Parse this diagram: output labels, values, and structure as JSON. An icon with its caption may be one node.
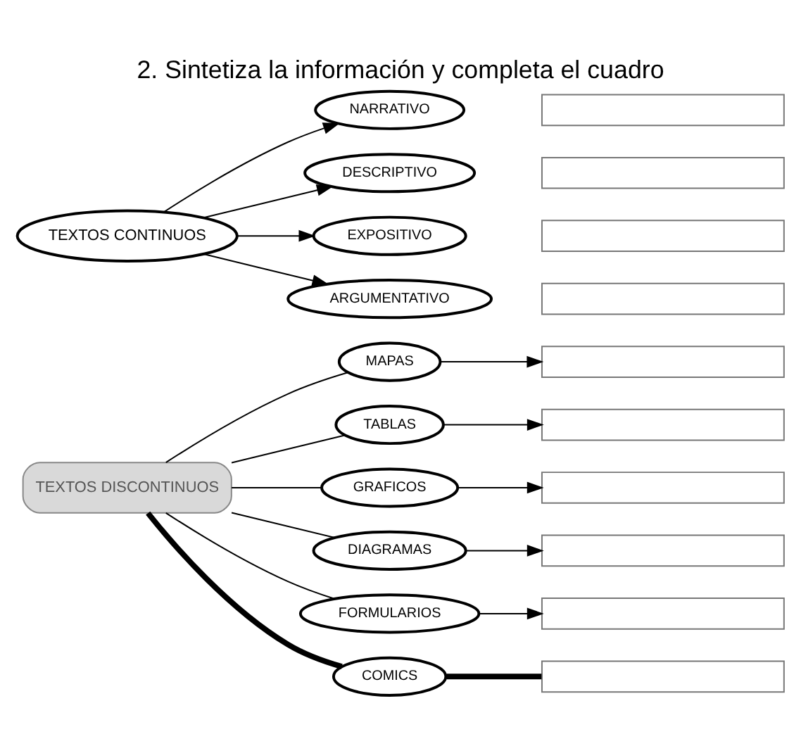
{
  "diagram": {
    "title": "2. Sintetiza la información y completa el cuadro",
    "nodes": [
      {
        "text": [
          "TEXTOS CONTINUOS"
        ]
      },
      {
        "text": [
          "NARRATIVO"
        ]
      },
      {
        "text": [],
        "shape": "box"
      },
      {
        "text": [
          "DESCRIPTIVO"
        ]
      },
      {
        "text": [],
        "shape": "box"
      },
      {
        "text": [
          "EXPOSITIVO"
        ]
      },
      {
        "text": [],
        "shape": "box"
      },
      {
        "text": [
          "ARGUMENTATIVO"
        ]
      },
      {
        "text": [],
        "shape": "box"
      },
      {
        "text": [
          "TEXTOS DISCONTINUOS"
        ]
      },
      {
        "text": [
          "MAPAS"
        ]
      },
      {
        "text": [],
        "shape": "box"
      },
      {
        "text": [
          "TABLAS"
        ]
      },
      {
        "text": [],
        "shape": "box"
      },
      {
        "text": [
          "GRAFICOS"
        ]
      },
      {
        "text": [],
        "shape": "box"
      },
      {
        "text": [
          "DIAGRAMAS"
        ]
      },
      {
        "text": [],
        "shape": "box"
      },
      {
        "text": [
          "FORMULARIOS"
        ]
      },
      {
        "text": [],
        "shape": "box"
      },
      {
        "text": [
          "COMICS"
        ]
      },
      {
        "text": [],
        "shape": "box"
      }
    ],
    "edges": [
      {
        "from": 0,
        "to": 1,
        "arrow": "to"
      },
      {
        "from": 0,
        "to": 3,
        "arrow": "to"
      },
      {
        "from": 0,
        "to": 5,
        "arrow": "to"
      },
      {
        "from": 0,
        "to": 7,
        "arrow": "to"
      },
      {
        "from": 9,
        "to": 10,
        "arrow": "none"
      },
      {
        "from": 9,
        "to": 12,
        "arrow": "none"
      },
      {
        "from": 9,
        "to": 14,
        "arrow": "none"
      },
      {
        "from": 9,
        "to": 16,
        "arrow": "none"
      },
      {
        "from": 9,
        "to": 18,
        "arrow": "none"
      },
      {
        "from": 9,
        "to": 20,
        "arrow": "none",
        "style": "thick"
      },
      {
        "from": 10,
        "to": 11,
        "arrow": "to"
      },
      {
        "from": 12,
        "to": 13,
        "arrow": "to"
      },
      {
        "from": 14,
        "to": 15,
        "arrow": "to"
      },
      {
        "from": 16,
        "to": 17,
        "arrow": "to"
      },
      {
        "from": 18,
        "to": 19,
        "arrow": "to"
      },
      {
        "from": 20,
        "to": 21,
        "arrow": "none",
        "style": "thick"
      }
    ]
  }
}
